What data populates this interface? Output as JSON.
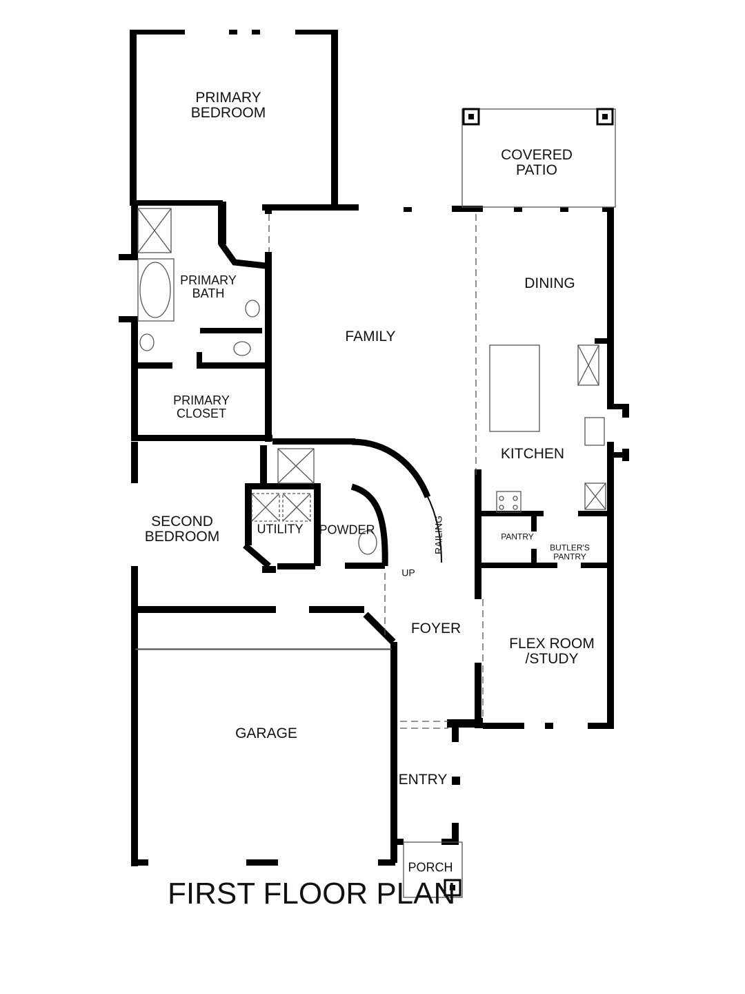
{
  "plan": {
    "title": "FIRST FLOOR PLAN",
    "rooms": {
      "primary_bedroom": {
        "line1": "PRIMARY",
        "line2": "BEDROOM"
      },
      "covered_patio": {
        "line1": "COVERED",
        "line2": "PATIO"
      },
      "primary_bath": {
        "line1": "PRIMARY",
        "line2": "BATH"
      },
      "family": {
        "line1": "FAMILY"
      },
      "dining": {
        "line1": "DINING"
      },
      "primary_closet": {
        "line1": "PRIMARY",
        "line2": "CLOSET"
      },
      "kitchen": {
        "line1": "KITCHEN"
      },
      "second_bedroom": {
        "line1": "SECOND",
        "line2": "BEDROOM"
      },
      "utility": {
        "line1": "UTILITY"
      },
      "powder": {
        "line1": "POWDER"
      },
      "pantry": {
        "line1": "PANTRY"
      },
      "butlers_pantry": {
        "line1": "BUTLER'S",
        "line2": "PANTRY"
      },
      "foyer": {
        "line1": "FOYER"
      },
      "flex_room": {
        "line1": "FLEX ROOM",
        "line2": "/STUDY"
      },
      "garage": {
        "line1": "GARAGE"
      },
      "entry": {
        "line1": "ENTRY"
      },
      "porch": {
        "line1": "PORCH"
      }
    },
    "annotations": {
      "stairs_up": "UP",
      "railing": "RAILING"
    },
    "colors": {
      "wall": "#000000",
      "background": "#ffffff",
      "fixture_line": "#555555"
    }
  }
}
